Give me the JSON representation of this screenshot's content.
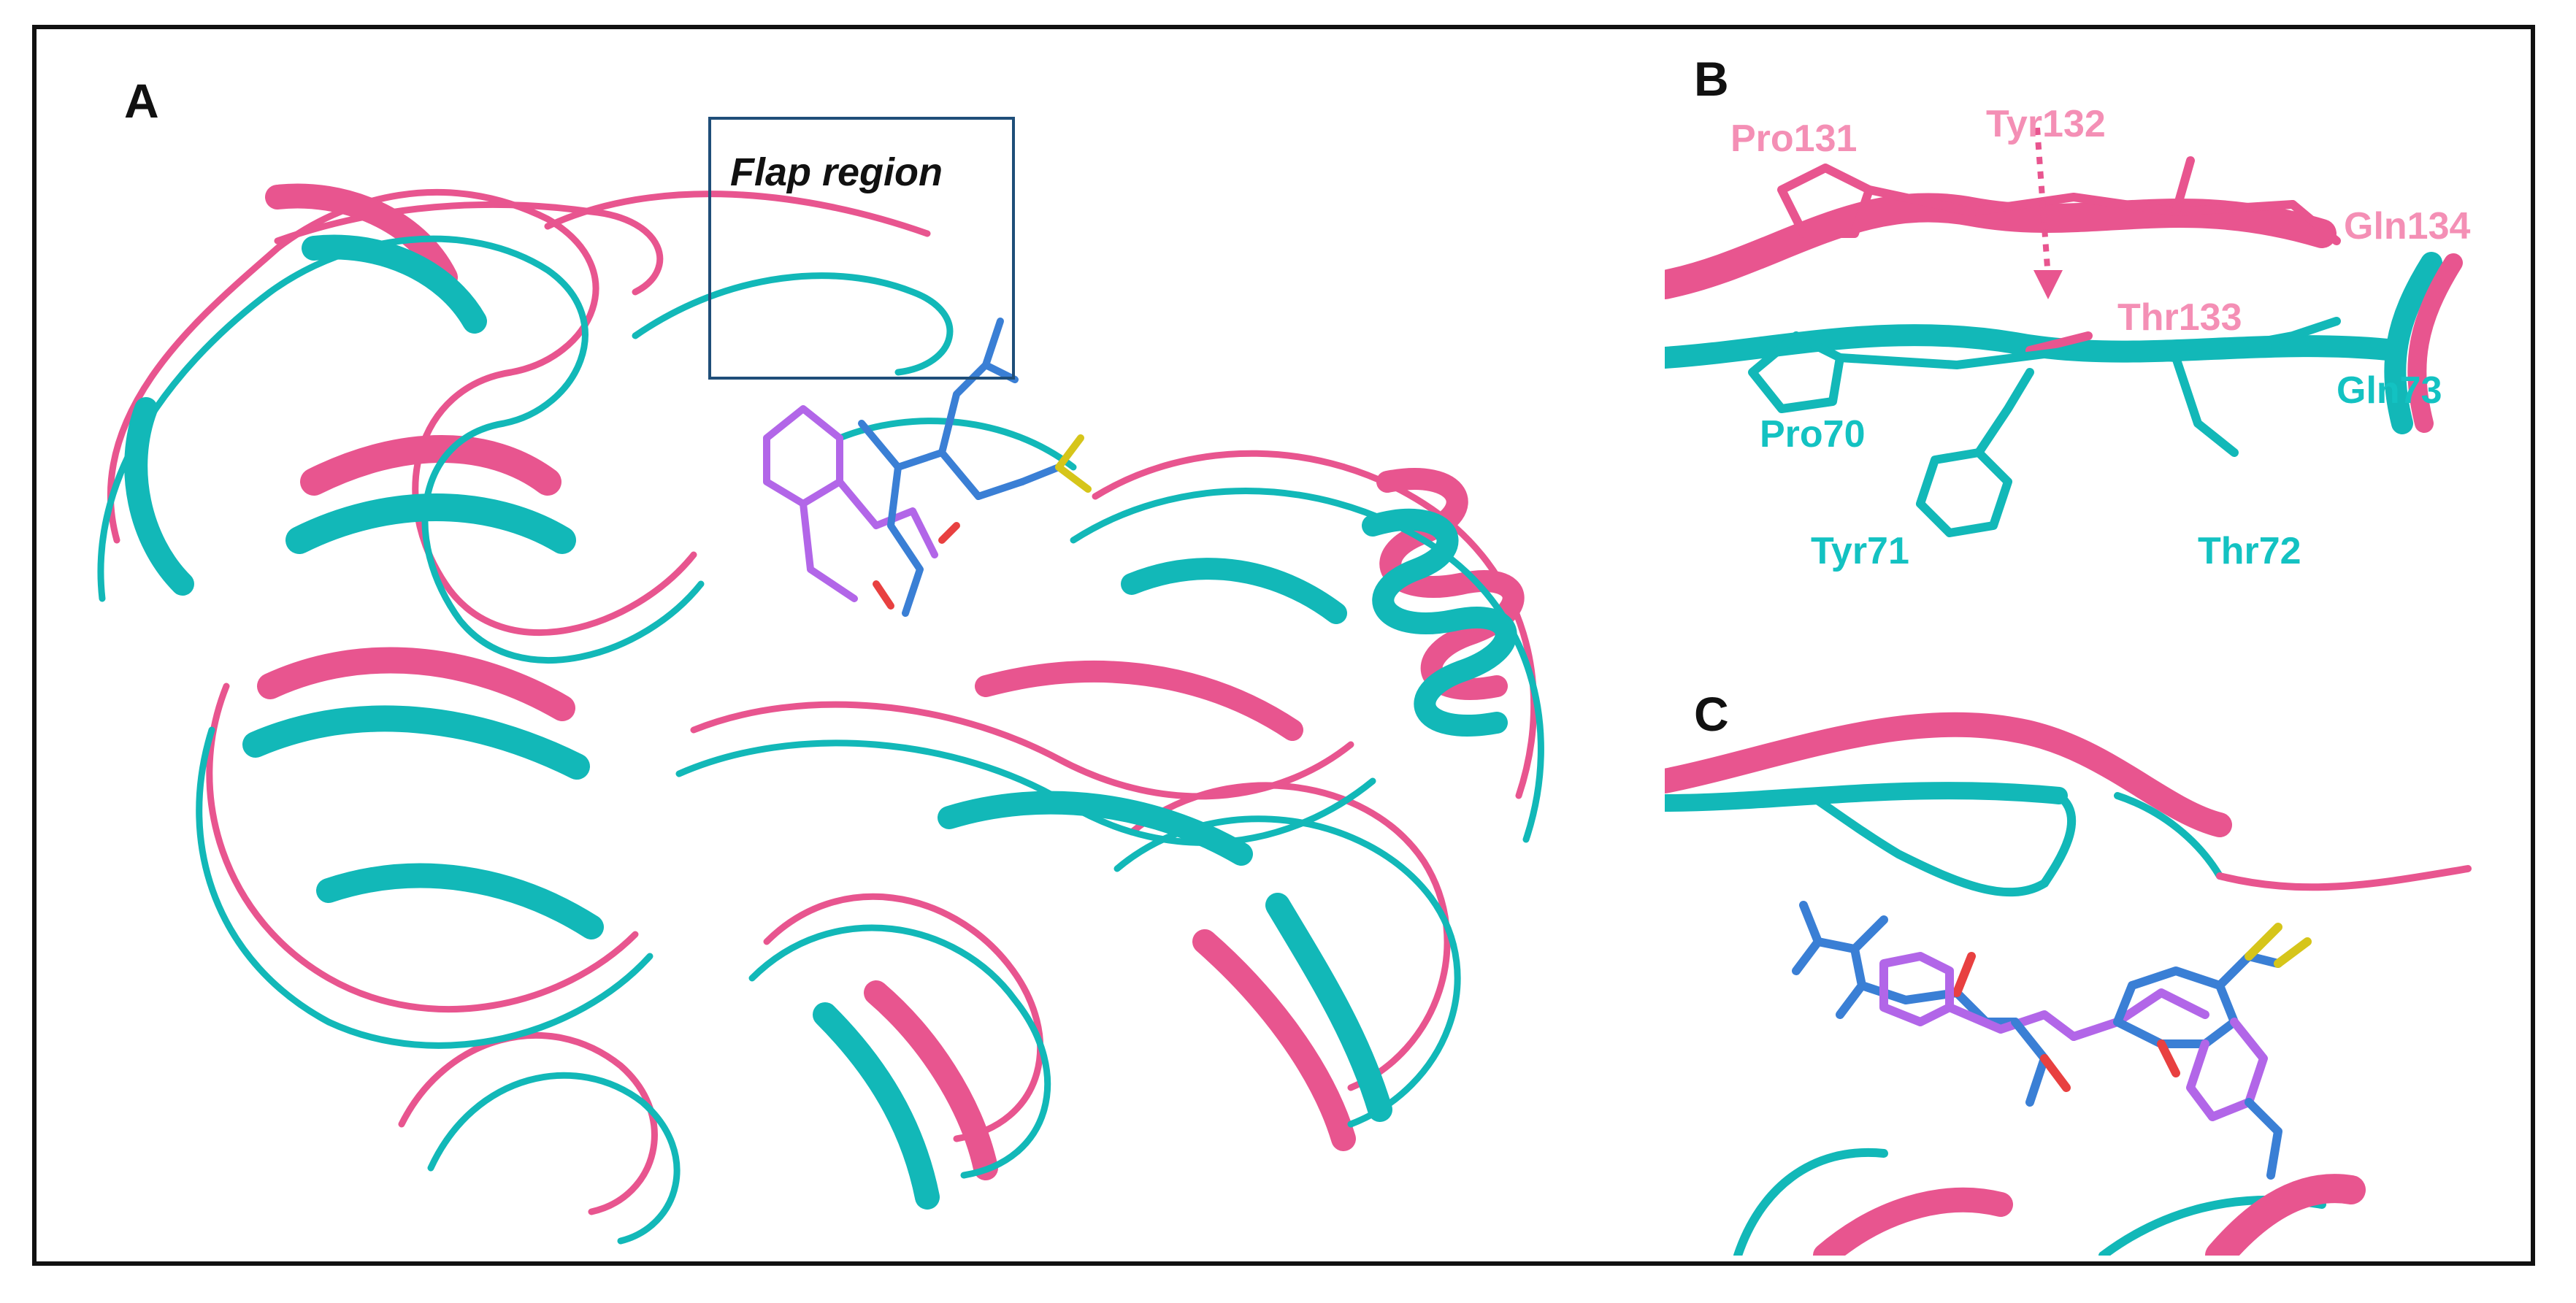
{
  "figure": {
    "panels": [
      {
        "letter": "A",
        "annotation": "Flap region"
      },
      {
        "letter": "B"
      },
      {
        "letter": "C"
      }
    ],
    "residues_pink": [
      "Pro131",
      "Tyr132",
      "Gln134",
      "Thr133"
    ],
    "residues_teal": [
      "Pro70",
      "Gln73",
      "Tyr71",
      "Thr72"
    ]
  },
  "colors": {
    "structure_1": "#e8558f",
    "structure_2": "#12b8b8",
    "ligand_1": "#b266e8",
    "ligand_2": "#3a7fd5",
    "frame": "#111111",
    "flap_box": "#1f4e79"
  }
}
